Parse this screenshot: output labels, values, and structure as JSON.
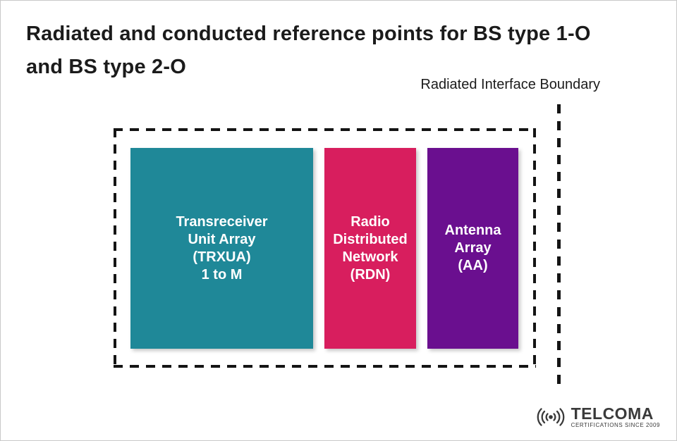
{
  "title": {
    "line1": "Radiated and conducted reference points for BS type 1-O",
    "line2": "and BS type 2-O"
  },
  "boundary": {
    "label": "Radiated Interface Boundary"
  },
  "diagram": {
    "dash_color": "#141414",
    "boxes": [
      {
        "id": "trxua",
        "color": "#1f8898",
        "lines": [
          "Transreceiver",
          "Unit Array",
          "(TRXUA)",
          "1 to M"
        ]
      },
      {
        "id": "rdn",
        "color": "#d81e5e",
        "lines": [
          "Radio",
          "Distributed",
          "Network",
          "(RDN)"
        ]
      },
      {
        "id": "aa",
        "color": "#6a0f8f",
        "lines": [
          "Antenna",
          "Array",
          "(AA)"
        ]
      }
    ]
  },
  "logo": {
    "brand": "TELCOMA",
    "tagline": "CERTIFICATIONS SINCE 2009",
    "icon": "radio-waves-icon",
    "color": "#3a3a3a"
  }
}
